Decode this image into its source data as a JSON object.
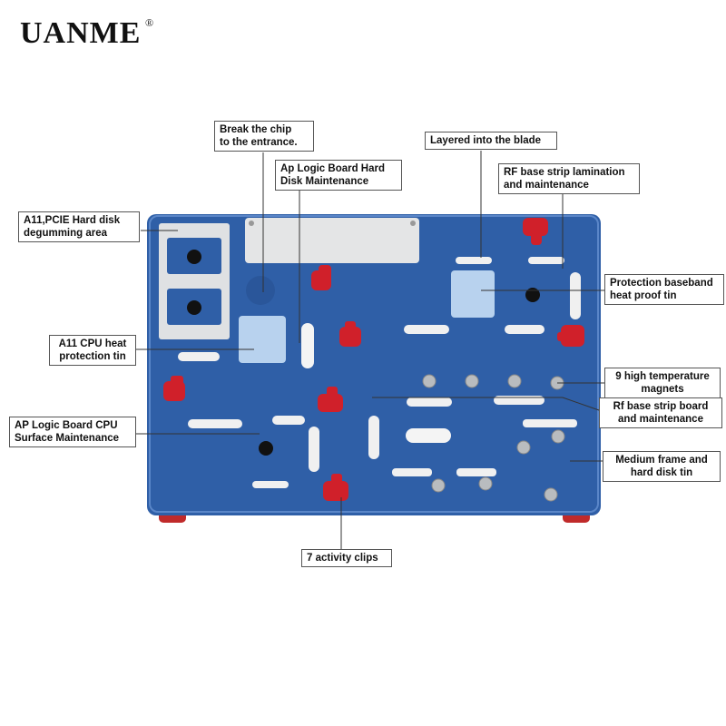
{
  "brand": {
    "name": "UANME",
    "registered_mark": "®"
  },
  "callouts": {
    "break_chip": "Break the chip\nto the entrance.",
    "ap_logic_hdd": "Ap Logic Board Hard\nDisk Maintenance",
    "layered_blade": "Layered into the blade",
    "rf_lamination": "RF base strip lamination\nand maintenance",
    "a11_pcie": "A11,PCIE Hard disk\ndegumming area",
    "protection_baseband": "Protection baseband\nheat proof tin",
    "a11_cpu": "A11 CPU heat\nprotection tin",
    "high_temp_magnets": "9 high temperature\nmagnets",
    "rf_board": "Rf base strip board\nand maintenance",
    "ap_cpu_surface": "AP Logic Board CPU\nSurface Maintenance",
    "medium_frame": "Medium frame and\nhard disk tin",
    "activity_clips": "7 activity clips"
  },
  "colors": {
    "fixture_blue": "#2f5fa7",
    "clip_red": "#d0202a",
    "pad_blue": "#b8d2ee",
    "magnet": "#b9bcbf",
    "leader": "#333333"
  }
}
